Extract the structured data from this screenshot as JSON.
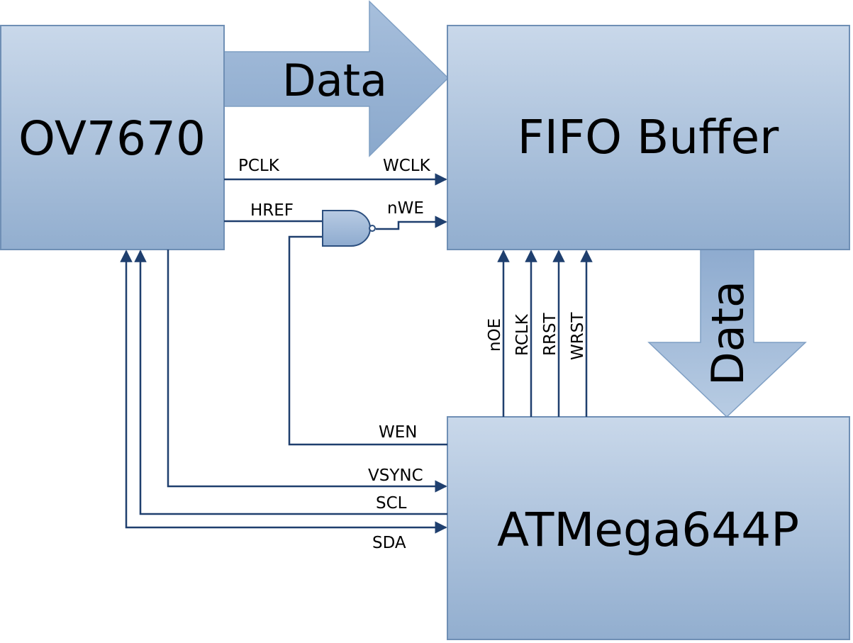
{
  "blocks": {
    "camera": "OV7670",
    "fifo": "FIFO Buffer",
    "mcu": "ATMega644P"
  },
  "data_arrows": {
    "camera_to_fifo": "Data",
    "fifo_to_mcu": "Data"
  },
  "signals": {
    "pclk": "PCLK",
    "wclk": "WCLK",
    "href": "HREF",
    "nwe": "nWE",
    "noe": "nOE",
    "rclk": "RCLK",
    "rrst": "RRST",
    "wrst": "WRST",
    "wen": "WEN",
    "vsync": "VSYNC",
    "scl": "SCL",
    "sda": "SDA"
  },
  "colors": {
    "block_fill_top": "#c5d5e8",
    "block_fill_bottom": "#93afd0",
    "block_stroke": "#6f8fb5",
    "wire": "#1f3f6e"
  }
}
